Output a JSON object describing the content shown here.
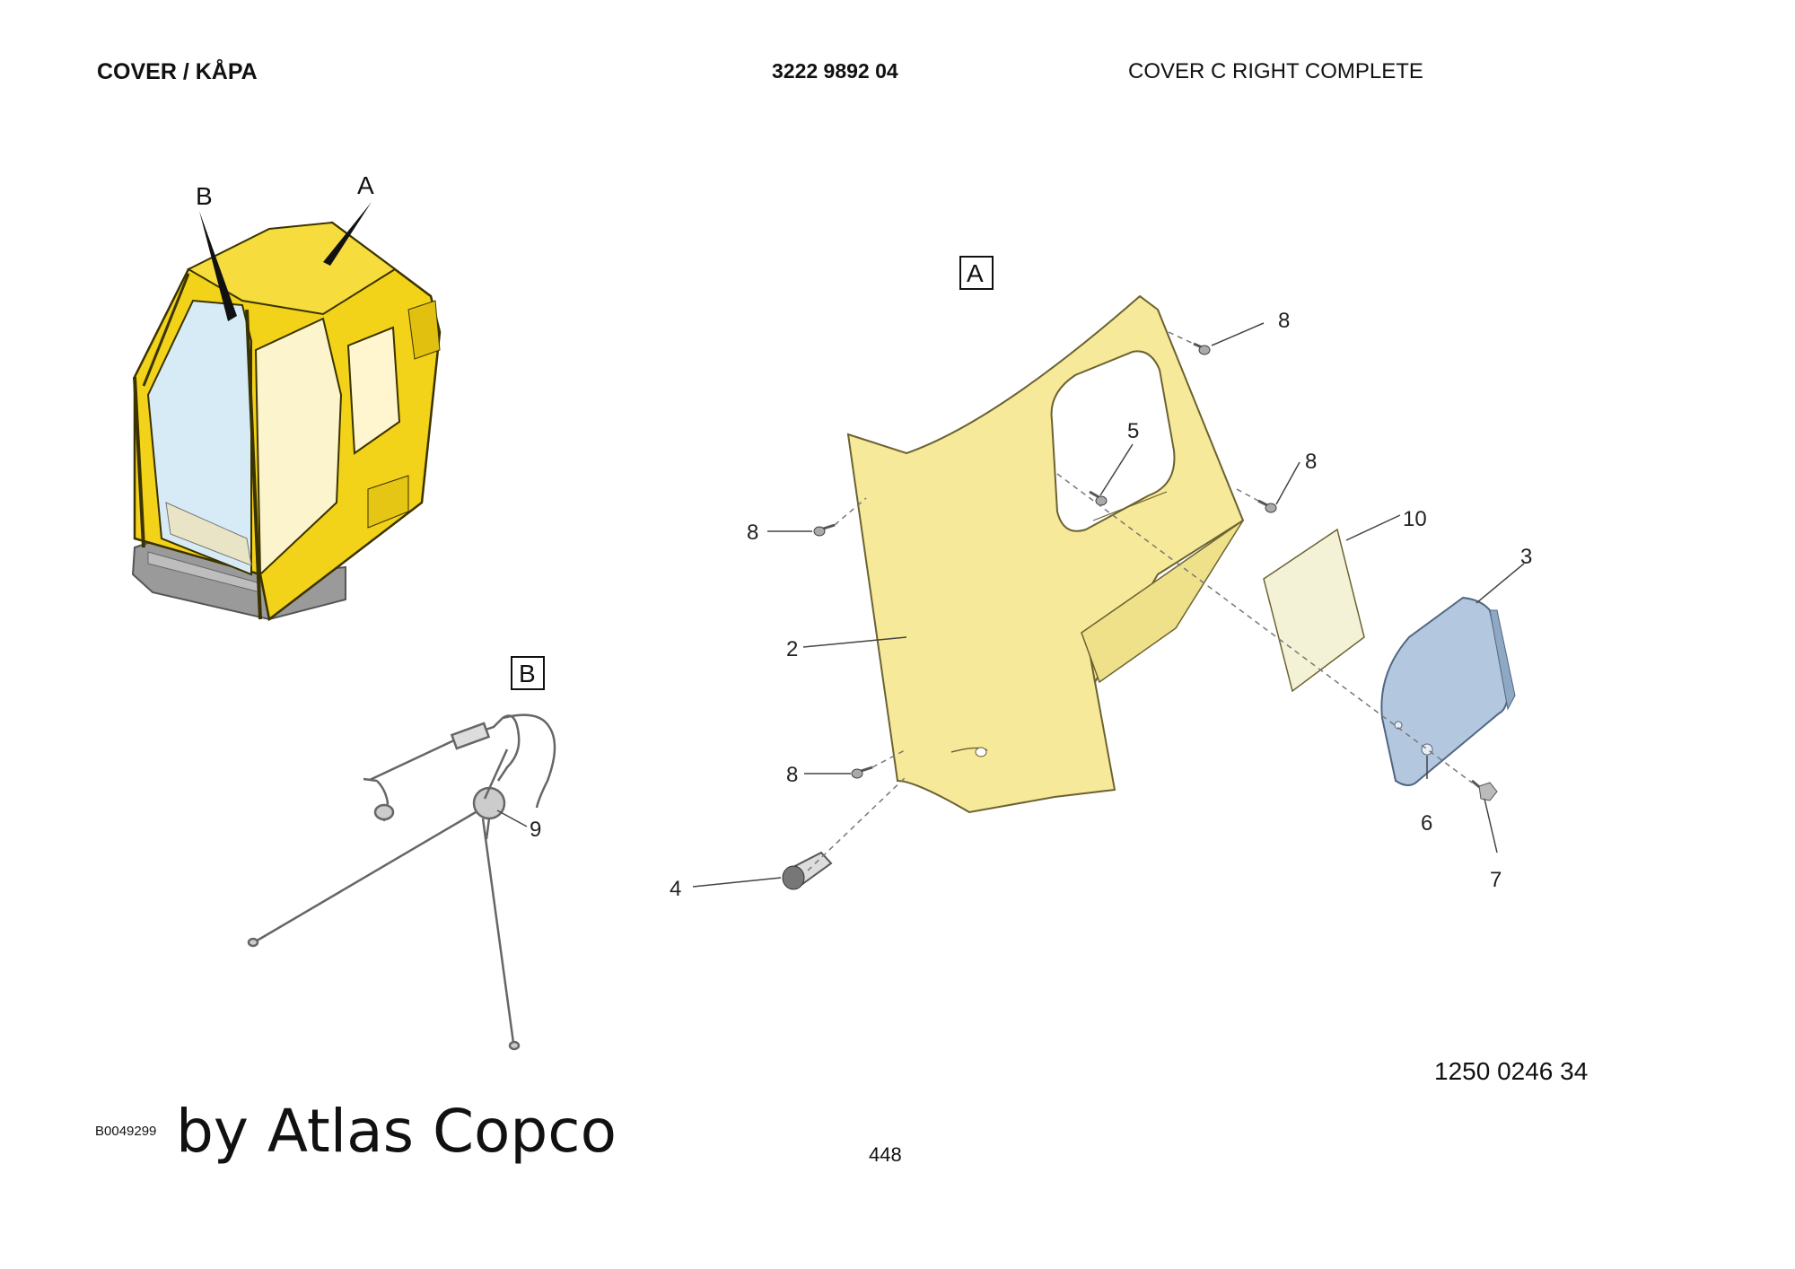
{
  "header": {
    "title": "COVER / KÅPA",
    "part_number": "3222 9892 04",
    "description": "COVER C RIGHT COMPLETE"
  },
  "overview": {
    "pointer_a": "A",
    "pointer_b": "B"
  },
  "views": {
    "a": "A",
    "b": "B"
  },
  "callouts": {
    "c2": "2",
    "c3": "3",
    "c4": "4",
    "c5": "5",
    "c6": "6",
    "c7": "7",
    "c8a": "8",
    "c8b": "8",
    "c8c": "8",
    "c8d": "8",
    "c9": "9",
    "c10": "10"
  },
  "colors": {
    "cover_panel": "#f6e99a",
    "cover_3": "#b3c8de",
    "plate_10": "#f4f2d6",
    "cab_yellow": "#f3d21a",
    "glass": "#cfe6f5"
  },
  "footer": {
    "drawing_number": "1250 0246 34",
    "image_code": "B0049299",
    "brand": "by Atlas Copco",
    "page_number": "448"
  }
}
